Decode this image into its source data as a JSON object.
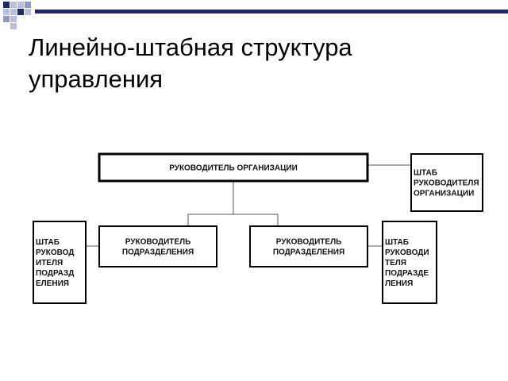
{
  "slide": {
    "title_line1": "Линейно-штабная структура",
    "title_line2": "управления"
  },
  "colors": {
    "accent": "#1f2a63",
    "accent_light": "#b9c0dd",
    "box_border": "#000000"
  },
  "diagram": {
    "nodes": [
      {
        "id": "org-head",
        "lines": [
          "РУКОВОДИТЕЛЬ ОРГАНИЗАЦИИ"
        ]
      },
      {
        "id": "org-staff",
        "lines": [
          "ШТАБ",
          "РУКОВОДИТЕЛЯ",
          "ОРГАНИЗАЦИИ"
        ]
      },
      {
        "id": "dept-head-left",
        "lines": [
          "РУКОВОДИТЕЛЬ",
          "ПОДРАЗДЕЛЕНИЯ"
        ]
      },
      {
        "id": "dept-head-right",
        "lines": [
          "РУКОВОДИТЕЛЬ",
          "ПОДРАЗДЕЛЕНИЯ"
        ]
      },
      {
        "id": "dept-staff-left",
        "lines": [
          "ШТАБ",
          "РУКОВОД",
          "ИТЕЛЯ",
          "ПОДРАЗД",
          "ЕЛЕНИЯ"
        ]
      },
      {
        "id": "dept-staff-right",
        "lines": [
          "ШТАБ",
          "РУКОВОДИ",
          "ТЕЛЯ",
          "ПОДРАЗДЕ",
          "ЛЕНИЯ"
        ]
      }
    ],
    "edges": [
      {
        "from": "org-head",
        "to": "org-staff",
        "kind": "staff"
      },
      {
        "from": "org-head",
        "to": "dept-head-left",
        "kind": "line"
      },
      {
        "from": "org-head",
        "to": "dept-head-right",
        "kind": "line"
      },
      {
        "from": "dept-head-left",
        "to": "dept-staff-left",
        "kind": "staff"
      },
      {
        "from": "dept-head-right",
        "to": "dept-staff-right",
        "kind": "staff"
      }
    ]
  }
}
